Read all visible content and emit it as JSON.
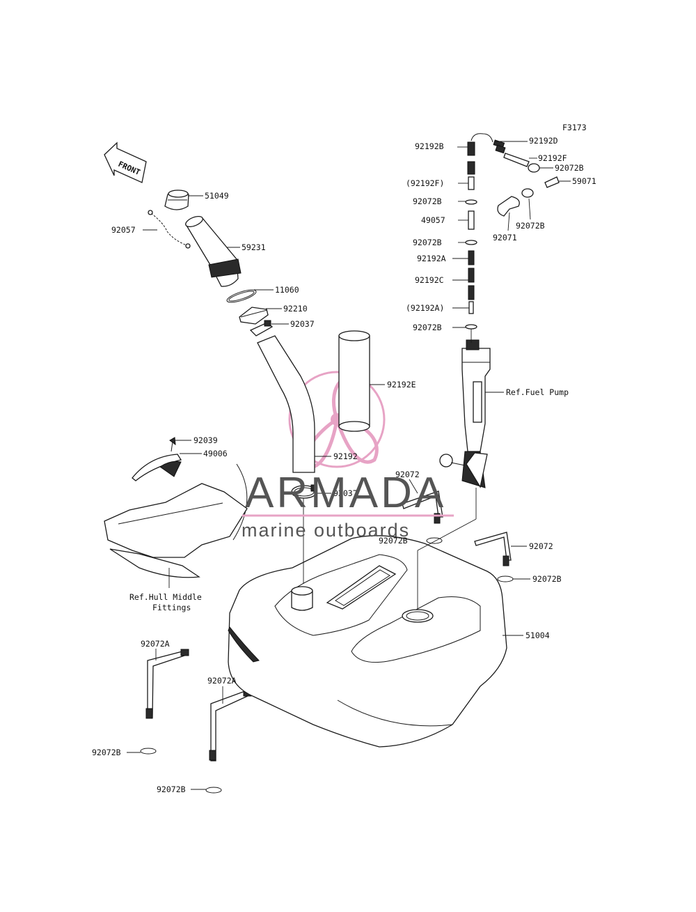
{
  "figure_code": "F3173",
  "front_arrow_label": "FRONT",
  "watermark": {
    "brand": "ARMADA",
    "tagline": "marine outboards",
    "brand_color": "#e7a3c5"
  },
  "part_labels": {
    "p51049": "51049",
    "p92057": "92057",
    "p59231": "59231",
    "p11060": "11060",
    "p92210": "92210",
    "p92037_top": "92037",
    "p92192E": "92192E",
    "p92039": "92039",
    "p49006": "49006",
    "p92192": "92192",
    "p92037_bottom": "92037",
    "ref_hull_1": "Ref.Hull Middle",
    "ref_hull_2": "Fittings",
    "p92192D": "92192D",
    "p92192B_1": "92192B",
    "p92192F": "92192F",
    "p92072B_1": "92072B",
    "p92192F_paren": "(92192F)",
    "p59071": "59071",
    "p92072B_2": "92072B",
    "p49057": "49057",
    "p92072B_3": "92072B",
    "p92071": "92071",
    "p92072B_4": "92072B",
    "p92192A": "92192A",
    "p92192C": "92192C",
    "p92192A_paren": "(92192A)",
    "p92072B_5": "92072B",
    "ref_fuel_pump": "Ref.Fuel Pump",
    "p92072_1": "92072",
    "p92072B_6": "92072B",
    "p92072_2": "92072",
    "p92072B_7": "92072B",
    "p51004": "51004",
    "p92072A_1": "92072A",
    "p92072A_2": "92072A",
    "p92072B_8": "92072B",
    "p92072B_9": "92072B"
  }
}
